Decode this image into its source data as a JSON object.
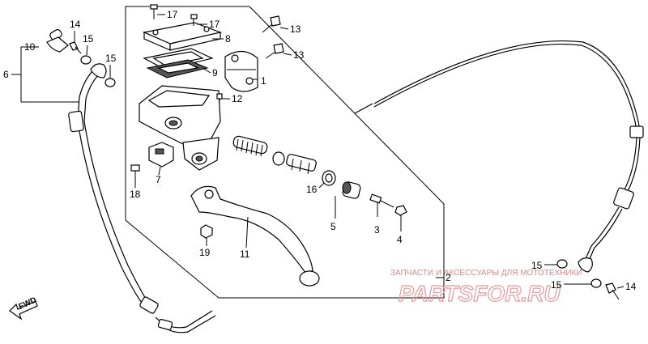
{
  "part_labels": {
    "p1": "1",
    "p2": "2",
    "p3": "3",
    "p4": "4",
    "p5": "5",
    "p6": "6",
    "p7": "7",
    "p8": "8",
    "p9": "9",
    "p10": "10",
    "p11": "11",
    "p12": "12",
    "p13a": "13",
    "p13b": "13",
    "p14a": "14",
    "p14b": "14",
    "p15a": "15",
    "p15b": "15",
    "p15c": "15",
    "p15d": "15",
    "p16": "16",
    "p17a": "17",
    "p17b": "17",
    "p18": "18",
    "p19": "19"
  },
  "direction": {
    "fwd": "FWD"
  },
  "watermark": {
    "caption": "ЗАПЧАСТИ И АКСЕССУАРЫ ДЛЯ МОТОТЕХНИКИ",
    "brand": "PARTSFOR.RU"
  }
}
